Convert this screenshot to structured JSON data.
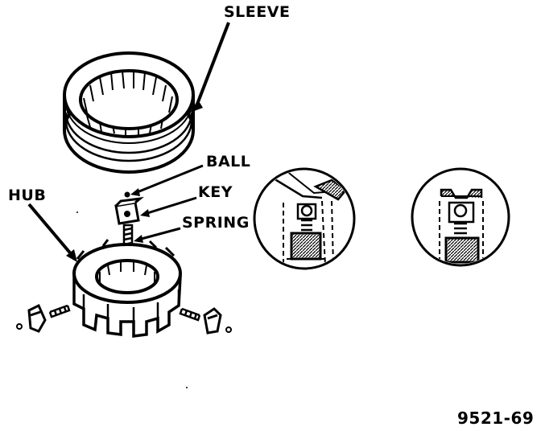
{
  "figure": {
    "labels": {
      "sleeve": "SLEEVE",
      "ball": "BALL",
      "key": "KEY",
      "spring": "SPRING",
      "hub": "HUB"
    },
    "figure_number": "9521-69",
    "colors": {
      "ink": "#000000",
      "paper": "#ffffff"
    }
  }
}
